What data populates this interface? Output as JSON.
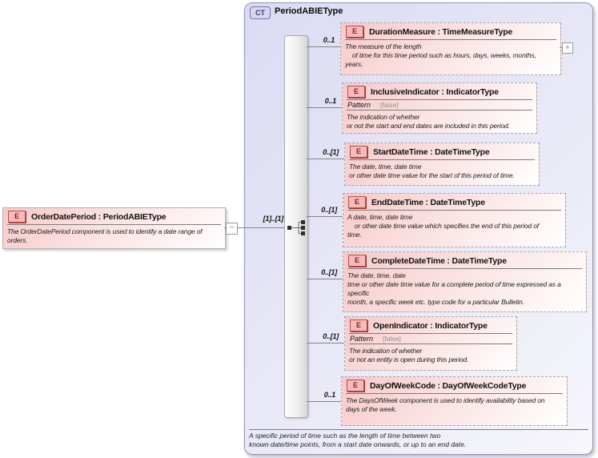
{
  "colors": {
    "element_pink": "#f7c9c9",
    "container_lavender": "#e2e2f6",
    "badge_red": "#8b1d1d",
    "badge_blue": "#39396e",
    "line_gray": "#858585"
  },
  "icons": {
    "collapse_glyph": "−",
    "expand_glyph": "+"
  },
  "left_element": {
    "badge": "E",
    "title": "OrderDatePeriod : PeriodABIEType",
    "annotation": "The OrderDatePeriod component is used to identify a date range of\norders.",
    "cardinality": "[1]..[1]"
  },
  "ct": {
    "badge": "CT",
    "title": "PeriodABIEType",
    "annotation": "A specific period of time such as the length of time between two\nknown date/time points, from a start date onwards, or up to an end date.",
    "children": [
      {
        "badge": "E",
        "title": "DurationMeasure : TimeMeasureType",
        "cardinality": "0..1",
        "annotation": "The measure of the length\n    of time for this time period such as hours, days, weeks, months,\nyears."
      },
      {
        "badge": "E",
        "title": "InclusiveIndicator : IndicatorType",
        "cardinality": "0..1",
        "pattern_label": "Pattern",
        "pattern_value": "[false]",
        "annotation": "The indication of whether\nor not the start and end dates are included in this period."
      },
      {
        "badge": "E",
        "title": "StartDateTime : DateTimeType",
        "cardinality": "0..[1]",
        "annotation": "The date, time, date time\nor other date time value for the start of this period of time."
      },
      {
        "badge": "E",
        "title": "EndDateTime : DateTimeType",
        "cardinality": "0..[1]",
        "annotation": "A date, time, date time\n    or other date time value which specifies the end of this period of\ntime."
      },
      {
        "badge": "E",
        "title": "CompleteDateTime : DateTimeType",
        "cardinality": "0..[1]",
        "annotation": "The date, time, date\ntime or other date time value for a complete period of time expressed as a\nspecific\nmonth, a specific week etc. type code for a particular Bulletin."
      },
      {
        "badge": "E",
        "title": "OpenIndicator : IndicatorType",
        "cardinality": "0..[1]",
        "pattern_label": "Pattern",
        "pattern_value": "[false]",
        "annotation": "The indication of whether\nor not an entity is open during this period."
      },
      {
        "badge": "E",
        "title": "DayOfWeekCode : DayOfWeekCodeType",
        "cardinality": "0..1",
        "annotation": "The DaysOfWeek component is used to identify availability based on\ndays of the week."
      }
    ]
  }
}
